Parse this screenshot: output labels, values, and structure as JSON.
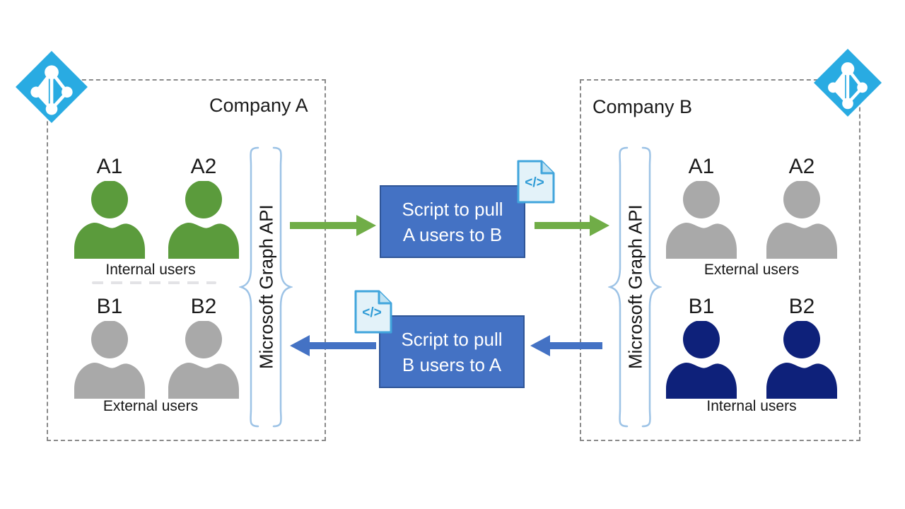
{
  "diagram": {
    "company_a": {
      "title": "Company A",
      "internal_group": {
        "user_labels": [
          "A1",
          "A2"
        ],
        "caption": "Internal users"
      },
      "external_group": {
        "user_labels": [
          "B1",
          "B2"
        ],
        "caption": "External users"
      },
      "api_label": "Microsoft Graph API"
    },
    "company_b": {
      "title": "Company B",
      "external_group": {
        "user_labels": [
          "A1",
          "A2"
        ],
        "caption": "External users"
      },
      "internal_group": {
        "user_labels": [
          "B1",
          "B2"
        ],
        "caption": "Internal users"
      },
      "api_label": "Microsoft Graph API"
    },
    "script_a_to_b": {
      "line1": "Script to pull",
      "line2": "A users to B"
    },
    "script_b_to_a": {
      "line1": "Script to pull",
      "line2": "B users to A"
    },
    "code_icon_text": "</>",
    "colors": {
      "azure_ad_blue": "#29ABE2",
      "internal_a_green": "#5B9B3C",
      "external_gray": "#A9A9A9",
      "internal_b_navy": "#0E217A",
      "arrow_green": "#70AD47",
      "arrow_blue": "#4472C4",
      "script_box_fill": "#4472C4",
      "script_box_border": "#2F5597",
      "brace_blue": "#9DC3E6",
      "code_icon_blue": "#41A5DC"
    }
  }
}
